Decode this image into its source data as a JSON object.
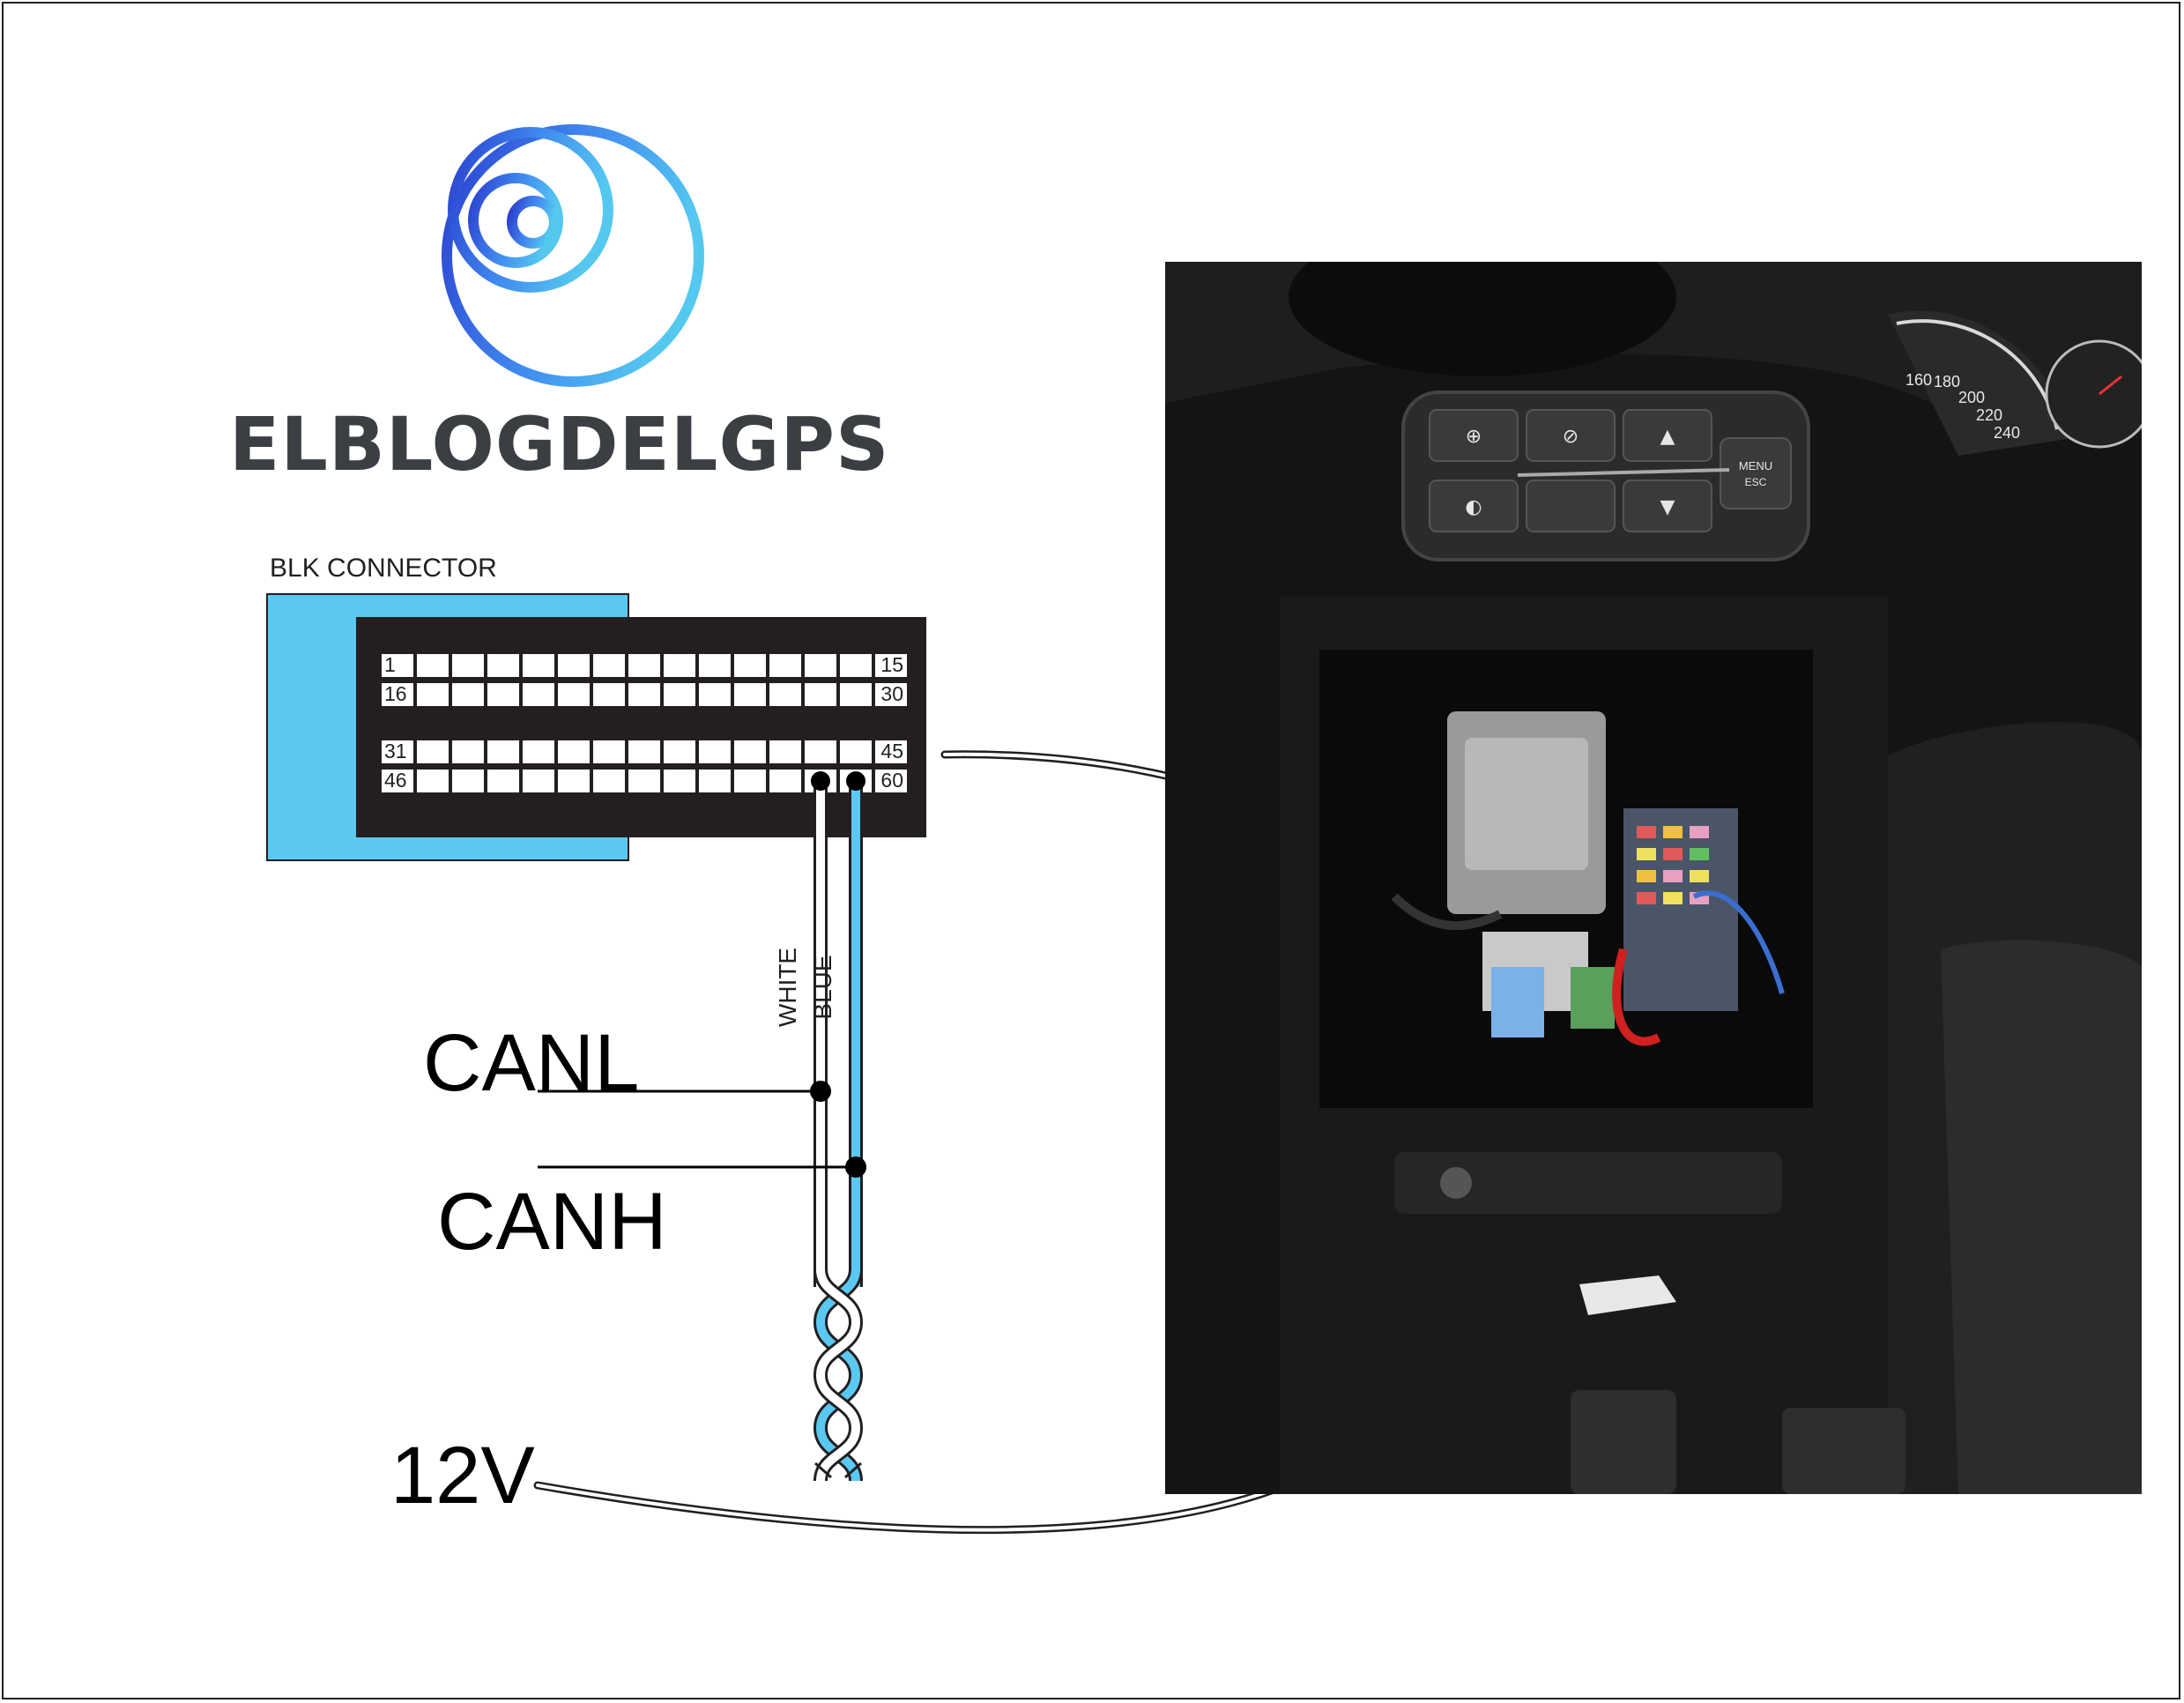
{
  "brand": {
    "name": "ELBLOGDELGPS",
    "logo_colors": [
      "#2a3fcf",
      "#3f86ee",
      "#55c8f0"
    ]
  },
  "connector": {
    "title": "BLK CONNECTOR",
    "body_color": "#5bc8f2",
    "rows": [
      {
        "first": 1,
        "last": 15
      },
      {
        "first": 16,
        "last": 30
      },
      {
        "first": 31,
        "last": 45
      },
      {
        "first": 46,
        "last": 60
      }
    ],
    "pins_per_row": 15,
    "used_pins": [
      58,
      59
    ]
  },
  "wires": [
    {
      "pin": 58,
      "color_name": "WHITE",
      "hex": "#ffffff",
      "signal": "CANL"
    },
    {
      "pin": 59,
      "color_name": "BLUE",
      "hex": "#5bc8f2",
      "signal": "CANH"
    }
  ],
  "labels": {
    "canl": "CANL",
    "canh": "CANH",
    "power": "12V"
  },
  "photo": {
    "icons": [
      "fog-light-icon",
      "esp-off-icon",
      "headlight-up-icon",
      "rear-fog-icon",
      "headlight-down-icon"
    ],
    "menu_button": "MENU",
    "menu_sub": "ESC",
    "gauge_ticks": [
      "160",
      "180",
      "200",
      "220",
      "240"
    ]
  }
}
